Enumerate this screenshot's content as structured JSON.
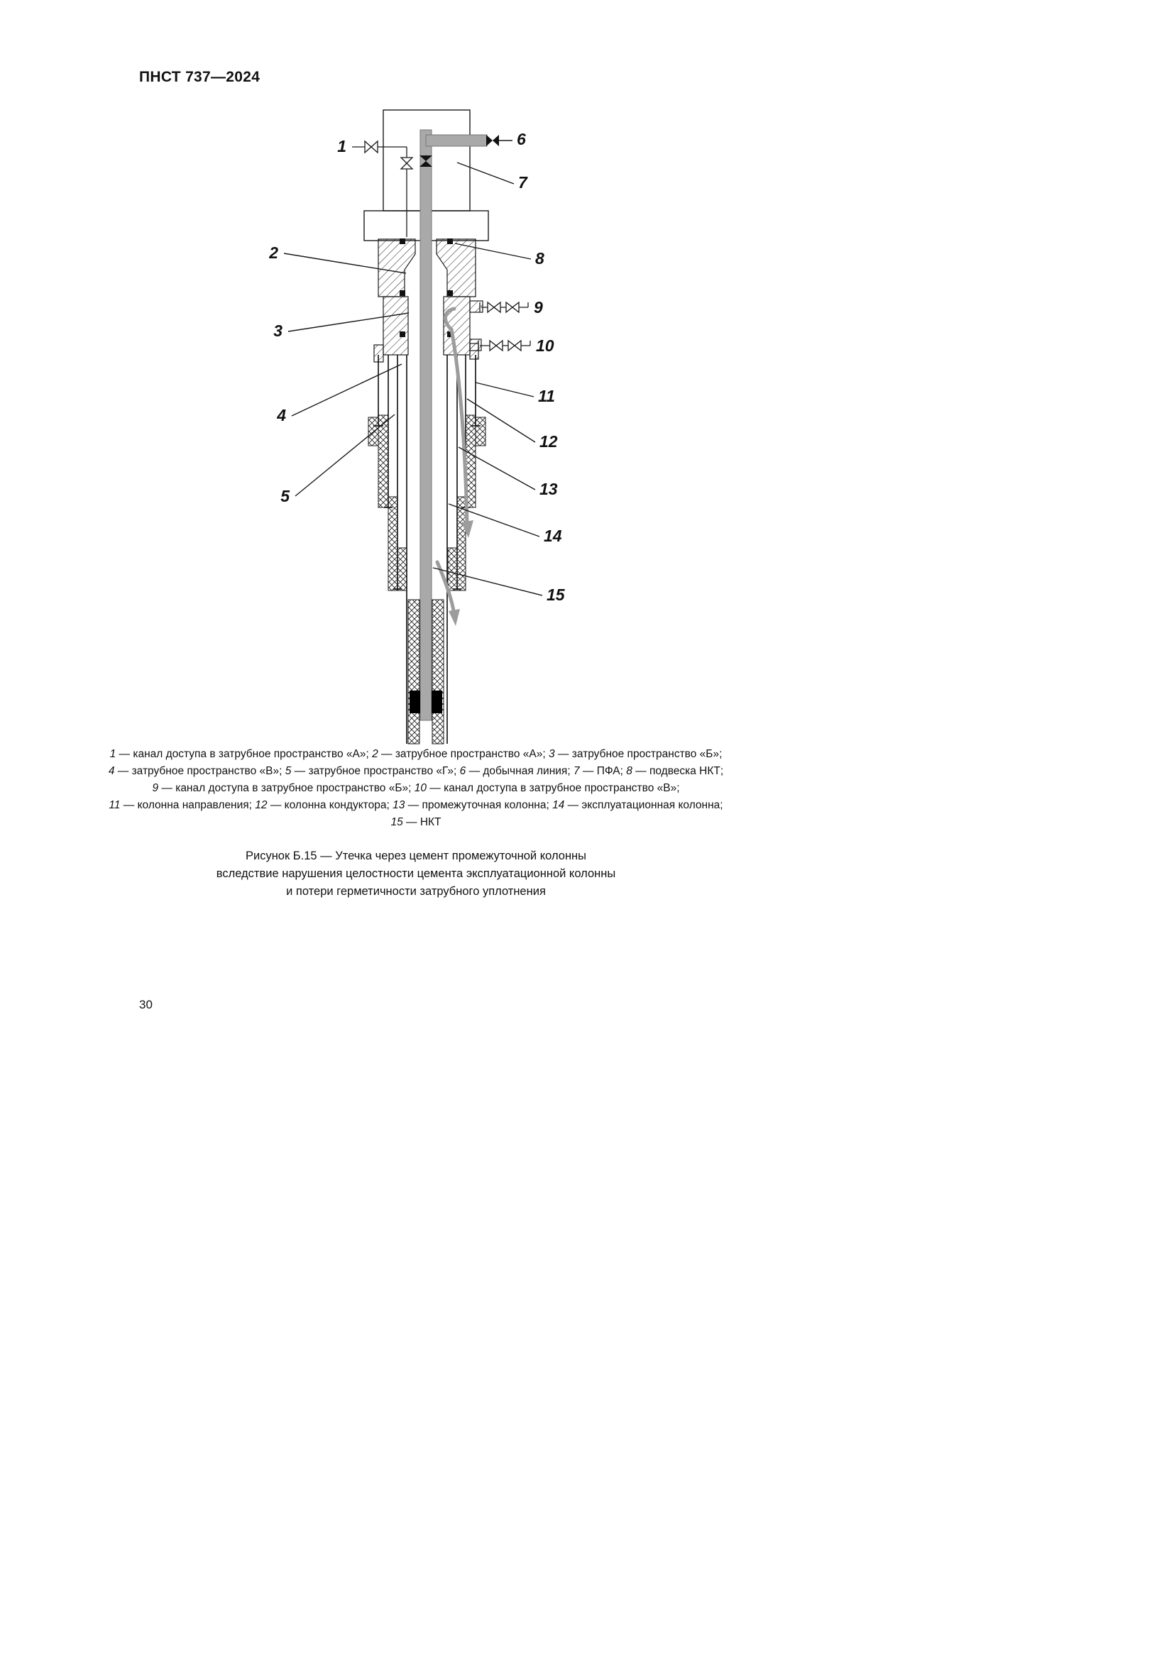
{
  "page": {
    "header": "ПНСТ 737—2024",
    "page_number": "30"
  },
  "figure": {
    "callouts": [
      "1",
      "2",
      "3",
      "4",
      "5",
      "6",
      "7",
      "8",
      "9",
      "10",
      "11",
      "12",
      "13",
      "14",
      "15"
    ],
    "legend_lines": [
      "1 — канал доступа в затрубное пространство «А»; 2 — затрубное пространство «А»; 3 — затрубное пространство «Б»;",
      "4 — затрубное пространство «В»; 5 — затрубное пространство «Г»; 6 — добычная линия; 7 — ПФА; 8 — подвеска НКТ;",
      "9 — канал доступа в затрубное пространство «Б»; 10 — канал доступа в затрубное пространство «В»;",
      "11 — колонна направления; 12 — колонна кондуктора; 13 — промежуточная колонна; 14 — эксплуатационная колонна;",
      "15 — НКТ"
    ],
    "caption_lines": [
      "Рисунок Б.15 — Утечка через цемент промежуточной колонны",
      "вследствие нарушения целостности цемента эксплуатационной колонны",
      "и потери герметичности затрубного уплотнения"
    ],
    "colors": {
      "pipe_gray": "#a9a9a9",
      "arrow_gray": "#9c9c9c",
      "line_black": "#1a1a1a"
    }
  }
}
